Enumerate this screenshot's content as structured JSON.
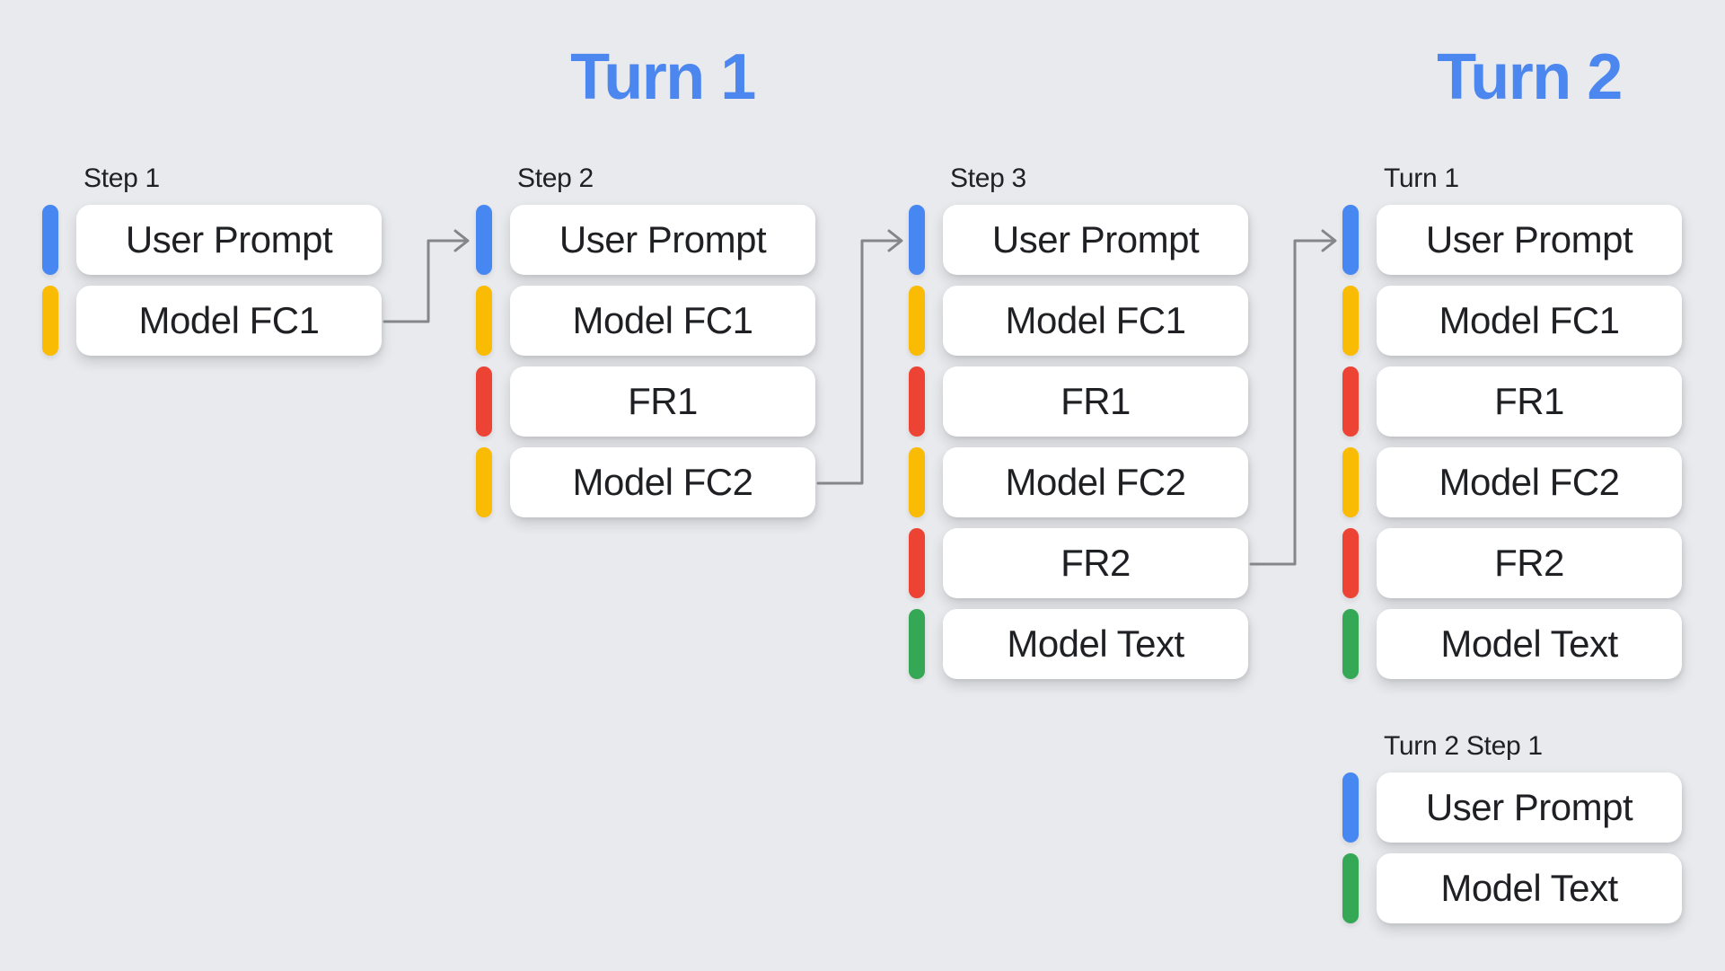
{
  "titles": {
    "turn1": "Turn 1",
    "turn2": "Turn 2"
  },
  "colors": {
    "blue": "#4787F2",
    "yellow": "#FABB05",
    "red": "#EC4335",
    "green": "#35A856",
    "title": "#4C86EF",
    "arrow": "#83878A",
    "background": "#E9EAED"
  },
  "groups": [
    {
      "label": "Step 1",
      "items": [
        {
          "text": "User Prompt",
          "color": "blue"
        },
        {
          "text": "Model FC1",
          "color": "yellow"
        }
      ]
    },
    {
      "label": "Step 2",
      "items": [
        {
          "text": "User Prompt",
          "color": "blue"
        },
        {
          "text": "Model FC1",
          "color": "yellow"
        },
        {
          "text": "FR1",
          "color": "red"
        },
        {
          "text": "Model FC2",
          "color": "yellow"
        }
      ]
    },
    {
      "label": "Step 3",
      "items": [
        {
          "text": "User Prompt",
          "color": "blue"
        },
        {
          "text": "Model FC1",
          "color": "yellow"
        },
        {
          "text": "FR1",
          "color": "red"
        },
        {
          "text": "Model FC2",
          "color": "yellow"
        },
        {
          "text": "FR2",
          "color": "red"
        },
        {
          "text": "Model Text",
          "color": "green"
        }
      ]
    },
    {
      "label": "Turn 1",
      "items": [
        {
          "text": "User Prompt",
          "color": "blue"
        },
        {
          "text": "Model FC1",
          "color": "yellow"
        },
        {
          "text": "FR1",
          "color": "red"
        },
        {
          "text": "Model FC2",
          "color": "yellow"
        },
        {
          "text": "FR2",
          "color": "red"
        },
        {
          "text": "Model Text",
          "color": "green"
        }
      ]
    },
    {
      "label": "Turn 2 Step 1",
      "items": [
        {
          "text": "User Prompt",
          "color": "blue"
        },
        {
          "text": "Model Text",
          "color": "green"
        }
      ]
    }
  ],
  "arrows": [
    {
      "from": "Step 1 / Model FC1",
      "to": "Step 2 / User Prompt"
    },
    {
      "from": "Step 2 / Model FC2",
      "to": "Step 3 / User Prompt"
    },
    {
      "from": "Step 3 / FR2",
      "to": "Turn 1 / User Prompt"
    }
  ]
}
